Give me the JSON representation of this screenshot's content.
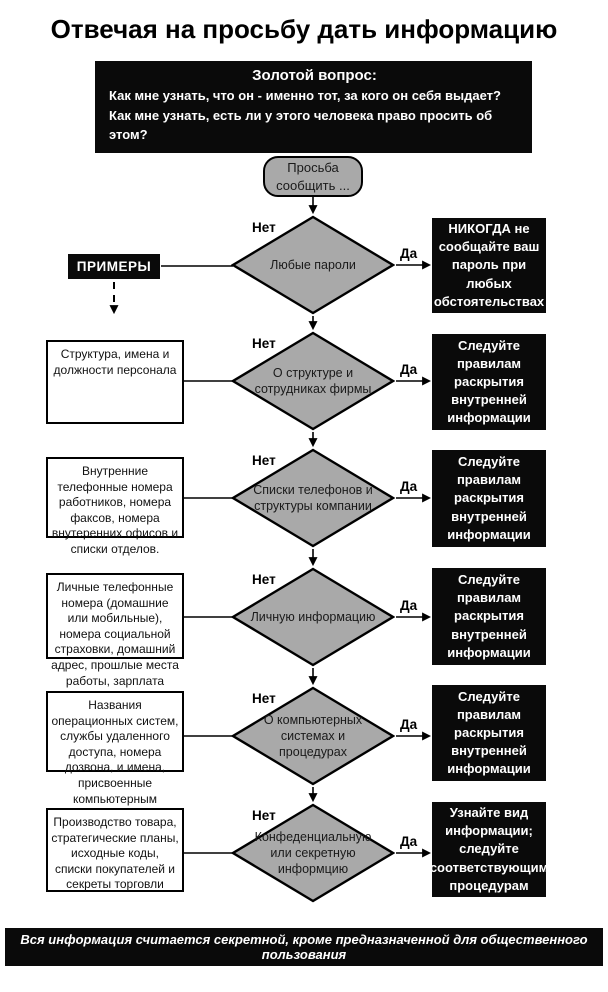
{
  "page": {
    "title": "Отвечая на просьбу дать информацию",
    "golden_question": {
      "heading": "Золотой вопрос:",
      "body": "Как мне узнать, что он - именно тот, за кого он себя выдает? Как мне узнать, есть ли у этого человека право просить об этом?"
    },
    "start_node_label": "Просьба сообщить ...",
    "examples_label": "ПРИМЕРЫ",
    "no_label": "Нет",
    "yes_label": "Да",
    "footer": "Вся информация считается секретной, кроме предназначенной для общественного пользования",
    "colors": {
      "node_fill": "#a9a9a9",
      "box_black": "#0a0a0a",
      "stroke": "#000000",
      "background": "#ffffff"
    }
  },
  "rows": [
    {
      "example": "",
      "decision": "Любые пароли",
      "action": "НИКОГДА не сообщайте ваш пароль при любых обстоятельствах"
    },
    {
      "example": "Структура, имена и должности персонала",
      "decision": "О структуре и сотрудниках фирмы",
      "action": "Следуйте правилам раскрытия внутренней информации"
    },
    {
      "example": "Внутренние телефонные номера работников, номера факсов, номера внутеренних офисов и списки отделов.",
      "decision": "Списки телефонов и структуры компании",
      "action": "Следуйте правилам раскрытия внутренней информации"
    },
    {
      "example": "Личные телефонные номера (домашние или мобильные), номера социальной страховки, домашний адрес, прошлые места работы, зарплата",
      "decision": "Личную информацию",
      "action": "Следуйте правилам раскрытия внутренней информации"
    },
    {
      "example": "Названия операционных систем, службы удаленного доступа, номера дозвона, и имена, присвоенные компьютерным системам",
      "decision": "О компьютерных системах и процедурах",
      "action": "Следуйте правилам раскрытия внутренней информации"
    },
    {
      "example": "Производство товара, стратегические планы, исходные коды, списки покупателей и секреты торговли",
      "decision": "Конфеденциальную или секретную информцию",
      "action": "Узнайте вид информации; следуйте соответствующим процедурам"
    }
  ]
}
